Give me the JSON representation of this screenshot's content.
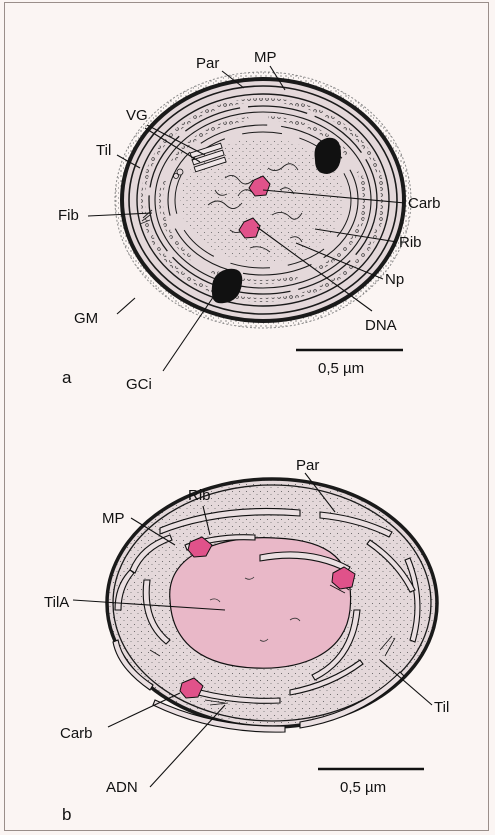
{
  "figure": {
    "panel_a": {
      "letter": "a",
      "scale_bar": "0,5 µm",
      "labels": {
        "mp": "MP",
        "par": "Par",
        "vg": "VG",
        "til": "Til",
        "fib": "Fib",
        "gm": "GM",
        "gci": "GCi",
        "carb": "Carb",
        "rib": "Rib",
        "np": "Np",
        "dna": "DNA"
      }
    },
    "panel_b": {
      "letter": "b",
      "scale_bar": "0,5 µm",
      "labels": {
        "par": "Par",
        "rib": "Rib",
        "mp": "MP",
        "tila": "TilA",
        "til": "Til",
        "carb": "Carb",
        "adn": "ADN"
      }
    },
    "colors": {
      "cytoplasm": "#e4d8da",
      "carboxysome": "#e0528a",
      "nucleoid_area": "#e9b8c8",
      "glycogen_granule": "#111111",
      "frame": "#9a8e8a"
    }
  }
}
